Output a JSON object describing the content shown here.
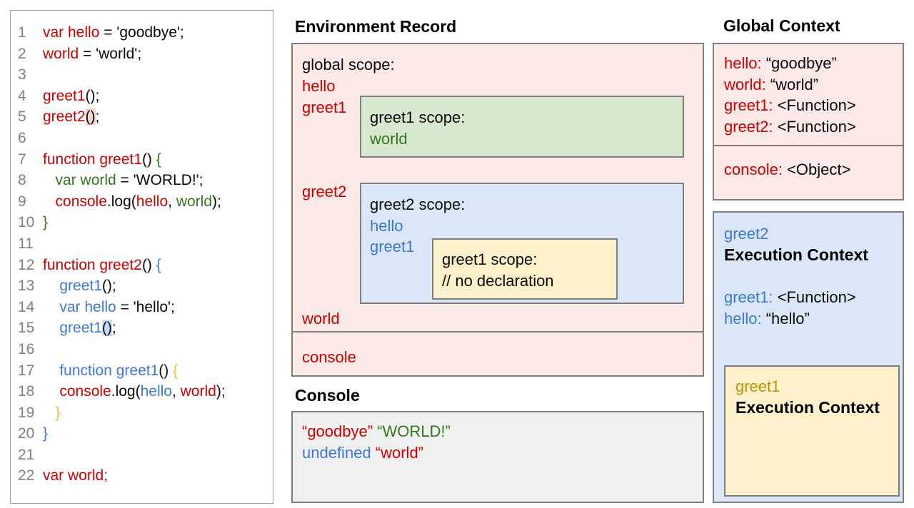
{
  "colors": {
    "ink": "#0a0a0a",
    "red": "#cc0000",
    "green": "#38761d",
    "blue": "#3c78d8",
    "gold": "#f1c232",
    "golddark": "#bf9000",
    "linenum": "#808080",
    "border": "#7f7f7f",
    "pinkfill": "#fbe9e7",
    "greenfill": "#d7e8ce",
    "bluefill": "#dbe7f8",
    "yellowfill": "#fdf1cb",
    "grayfill": "#f0f0f0",
    "hlpink": "#f6d3cf",
    "hlblue": "#c9dcf7"
  },
  "code_panel": {
    "lines": [
      {
        "num": "1",
        "segs": [
          {
            "t": "var hello",
            "c": "red"
          },
          {
            "t": " = 'goodbye';",
            "c": "k"
          }
        ]
      },
      {
        "num": "2",
        "segs": [
          {
            "t": "world",
            "c": "red"
          },
          {
            "t": " = 'world';",
            "c": "k"
          }
        ]
      },
      {
        "num": "3",
        "segs": []
      },
      {
        "num": "4",
        "segs": [
          {
            "t": "greet1",
            "c": "red"
          },
          {
            "t": "();",
            "c": "k"
          }
        ]
      },
      {
        "num": "5",
        "segs": [
          {
            "t": "greet2",
            "c": "red"
          },
          {
            "t": "()",
            "c": "k",
            "h": "pink"
          },
          {
            "t": ";",
            "c": "k"
          }
        ]
      },
      {
        "num": "6",
        "segs": []
      },
      {
        "num": "7",
        "segs": [
          {
            "t": "function greet1",
            "c": "red"
          },
          {
            "t": "() ",
            "c": "k"
          },
          {
            "t": "{",
            "c": "green"
          }
        ]
      },
      {
        "num": "8",
        "segs": [
          {
            "t": "   ",
            "c": "k"
          },
          {
            "t": "var world",
            "c": "green"
          },
          {
            "t": " = 'WORLD!';",
            "c": "k"
          }
        ]
      },
      {
        "num": "9",
        "segs": [
          {
            "t": "   ",
            "c": "k"
          },
          {
            "t": "console",
            "c": "red"
          },
          {
            "t": ".log(",
            "c": "k"
          },
          {
            "t": "hello",
            "c": "red"
          },
          {
            "t": ", ",
            "c": "k"
          },
          {
            "t": "world",
            "c": "green"
          },
          {
            "t": ");",
            "c": "k"
          }
        ]
      },
      {
        "num": "10",
        "segs": [
          {
            "t": "}",
            "c": "green"
          }
        ]
      },
      {
        "num": "11",
        "segs": []
      },
      {
        "num": "12",
        "segs": [
          {
            "t": "function greet2",
            "c": "red"
          },
          {
            "t": "() ",
            "c": "k"
          },
          {
            "t": "{",
            "c": "blue"
          }
        ]
      },
      {
        "num": "13",
        "segs": [
          {
            "t": "    ",
            "c": "k"
          },
          {
            "t": "greet1",
            "c": "blue"
          },
          {
            "t": "();",
            "c": "k"
          }
        ]
      },
      {
        "num": "14",
        "segs": [
          {
            "t": "    ",
            "c": "k"
          },
          {
            "t": "var hello",
            "c": "blue"
          },
          {
            "t": " = 'hello';",
            "c": "k"
          }
        ]
      },
      {
        "num": "15",
        "segs": [
          {
            "t": "    ",
            "c": "k"
          },
          {
            "t": "greet1",
            "c": "blue"
          },
          {
            "t": "()",
            "c": "k",
            "h": "blue"
          },
          {
            "t": ";",
            "c": "k"
          }
        ]
      },
      {
        "num": "16",
        "segs": []
      },
      {
        "num": "17",
        "segs": [
          {
            "t": "    ",
            "c": "k"
          },
          {
            "t": "function greet1",
            "c": "blue"
          },
          {
            "t": "() ",
            "c": "k"
          },
          {
            "t": "{",
            "c": "gold"
          }
        ]
      },
      {
        "num": "18",
        "segs": [
          {
            "t": "    ",
            "c": "k"
          },
          {
            "t": "console",
            "c": "red"
          },
          {
            "t": ".log(",
            "c": "k"
          },
          {
            "t": "hello",
            "c": "blue"
          },
          {
            "t": ", ",
            "c": "k"
          },
          {
            "t": "world",
            "c": "red"
          },
          {
            "t": ");",
            "c": "k"
          }
        ]
      },
      {
        "num": "19",
        "segs": [
          {
            "t": "   ",
            "c": "k"
          },
          {
            "t": "}",
            "c": "gold"
          }
        ]
      },
      {
        "num": "20",
        "segs": [
          {
            "t": "}",
            "c": "blue"
          }
        ]
      },
      {
        "num": "21",
        "segs": []
      },
      {
        "num": "22",
        "segs": [
          {
            "t": "var world;",
            "c": "red"
          }
        ]
      }
    ]
  },
  "environment_record": {
    "title": "Environment Record",
    "global_scope_label": [
      {
        "t": "global scope:",
        "c": "k"
      }
    ],
    "var_hello": [
      {
        "t": "hello",
        "c": "red"
      }
    ],
    "var_greet1": [
      {
        "t": "greet1",
        "c": "red"
      }
    ],
    "var_greet2": [
      {
        "t": "greet2",
        "c": "red"
      }
    ],
    "var_world": [
      {
        "t": "world",
        "c": "red"
      }
    ],
    "greet1_scope": {
      "label": [
        {
          "t": "greet1 scope:",
          "c": "k"
        }
      ],
      "var_world": [
        {
          "t": "world",
          "c": "green"
        }
      ]
    },
    "greet2_scope": {
      "label": [
        {
          "t": "greet2 scope:",
          "c": "k"
        }
      ],
      "var_hello": [
        {
          "t": "hello",
          "c": "blue"
        }
      ],
      "var_greet1": [
        {
          "t": "greet1",
          "c": "blue"
        }
      ],
      "greet1_scope": {
        "label": [
          {
            "t": "greet1 scope:",
            "c": "k"
          }
        ],
        "comment": [
          {
            "t": "// no declaration",
            "c": "k"
          }
        ]
      }
    },
    "console_row": [
      {
        "t": "console",
        "c": "red"
      }
    ]
  },
  "console_panel": {
    "title": "Console",
    "lines": [
      [
        {
          "t": "“goodbye”",
          "c": "red"
        },
        {
          "t": " ",
          "c": "k"
        },
        {
          "t": "“WORLD!”",
          "c": "green"
        }
      ],
      [
        {
          "t": "undefined",
          "c": "blue"
        },
        {
          "t": " ",
          "c": "k"
        },
        {
          "t": "“world”",
          "c": "red"
        }
      ]
    ]
  },
  "global_context": {
    "title": "Global Context",
    "box1_lines": [
      [
        {
          "t": "hello:",
          "c": "red"
        },
        {
          "t": " “goodbye”",
          "c": "k"
        }
      ],
      [
        {
          "t": "world:",
          "c": "red"
        },
        {
          "t": " “world”",
          "c": "k"
        }
      ],
      [
        {
          "t": "greet1:",
          "c": "red"
        },
        {
          "t": " <Function>",
          "c": "k"
        }
      ],
      [
        {
          "t": "greet2:",
          "c": "red"
        },
        {
          "t": " <Function>",
          "c": "k"
        }
      ]
    ],
    "box2_lines": [
      [
        {
          "t": "console:",
          "c": "red"
        },
        {
          "t": " <Object>",
          "c": "k"
        }
      ]
    ]
  },
  "execution_contexts": {
    "greet2_name": [
      {
        "t": "greet2",
        "c": "blue"
      }
    ],
    "greet2_title": "Execution Context",
    "greet2_vars": [
      [
        {
          "t": "greet1:",
          "c": "blue"
        },
        {
          "t": " <Function>",
          "c": "k"
        }
      ],
      [
        {
          "t": "hello:",
          "c": "blue"
        },
        {
          "t": " “hello”",
          "c": "k"
        }
      ]
    ],
    "greet1_name": [
      {
        "t": "greet1",
        "c": "golddark"
      }
    ],
    "greet1_title": "Execution Context"
  }
}
